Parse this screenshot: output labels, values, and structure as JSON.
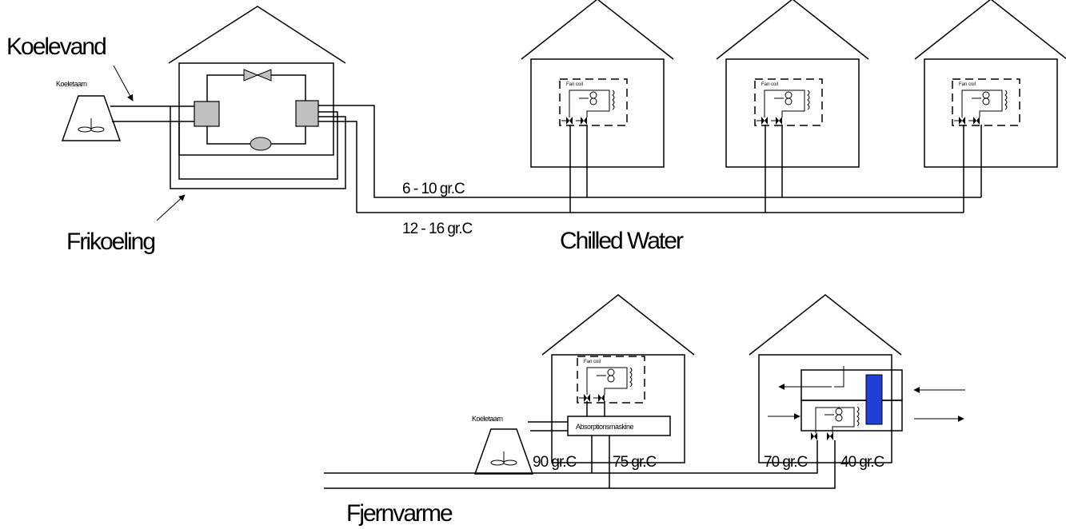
{
  "labels": {
    "koelevand": "Koelevand",
    "frikoeling": "Frikoeling",
    "chilled_water": "Chilled Water",
    "fjernvarme": "Fjernvarme",
    "koeletaarn_top": "Koeletaarn",
    "koeletaarn_bottom": "Koeletaarn",
    "supply_temp": "6 - 10 gr.C",
    "return_temp": "12 - 16 gr.C",
    "absorption_machine": "Absorptionsmaskine",
    "temp_90": "90 gr.C",
    "temp_75": "75 gr.C",
    "temp_70": "70 gr.C",
    "temp_40": "40 gr.C",
    "fan_coil": "Fan coil"
  },
  "colors": {
    "line": "#000000",
    "heat_exchanger": "#c0c0c0",
    "heating_coil": "#1f3fd6"
  }
}
